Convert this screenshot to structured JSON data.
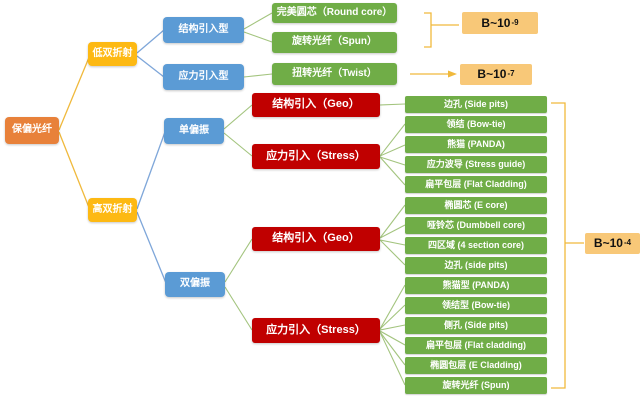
{
  "colors": {
    "root": "#E8813A",
    "level2": "#FDB913",
    "level3": "#5B9BD5",
    "category_red": "#C00000",
    "leaf_green": "#70AD47",
    "b_label_bg": "#F8C878",
    "line_gold": "#F0B93C",
    "line_blue": "#7EA6D9",
    "line_green": "#A3C47E"
  },
  "root": {
    "label": "保偏光纤"
  },
  "level2": [
    {
      "label": "低双折射"
    },
    {
      "label": "高双折射"
    }
  ],
  "level3": [
    {
      "label": "结构引入型"
    },
    {
      "label": "应力引入型"
    },
    {
      "label": "单偏振"
    },
    {
      "label": "双偏振"
    }
  ],
  "low_leaves": [
    {
      "label": "完美圆芯（Round core）"
    },
    {
      "label": "旋转光纤（Spun）"
    },
    {
      "label": "扭转光纤（Twist）"
    }
  ],
  "categories": [
    {
      "label": "结构引入（Geo）"
    },
    {
      "label": "应力引入（Stress）"
    },
    {
      "label": "结构引入（Geo）"
    },
    {
      "label": "应力引入（Stress）"
    }
  ],
  "right_leaves": [
    {
      "label": "边孔 (Side pits)"
    },
    {
      "label": "领结 (Bow-tie)"
    },
    {
      "label": "熊猫 (PANDA)"
    },
    {
      "label": "应力波导 (Stress guide)"
    },
    {
      "label": "扁平包层 (Flat Cladding)"
    },
    {
      "label": "椭圆芯 (E core)"
    },
    {
      "label": "哑铃芯 (Dumbbell core)"
    },
    {
      "label": "四区域 (4 section core)"
    },
    {
      "label": "边孔 (side pits)"
    },
    {
      "label": "熊猫型 (PANDA)"
    },
    {
      "label": "领结型 (Bow-tie)"
    },
    {
      "label": "侧孔 (Side pits)"
    },
    {
      "label": "扁平包层 (Flat cladding)"
    },
    {
      "label": "椭圆包层 (E Cladding)"
    },
    {
      "label": "旋转光纤 (Spun)"
    }
  ],
  "b_labels": [
    {
      "base": "B~10",
      "exp": "-9"
    },
    {
      "base": "B~10",
      "exp": "-7"
    },
    {
      "base": "B~10",
      "exp": "-4"
    }
  ]
}
